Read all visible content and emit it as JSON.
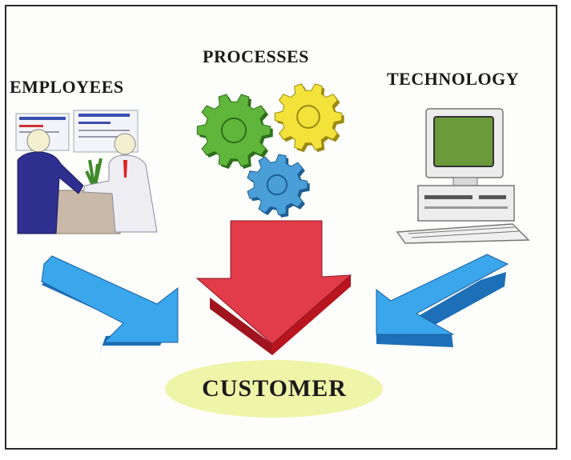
{
  "labels": {
    "employees": "EMPLOYEES",
    "processes": "PROCESSES",
    "technology": "TECHNOLOGY",
    "customer": "CUSTOMER"
  },
  "colors": {
    "gear_green": "#5fb63a",
    "gear_yellow": "#f2e23a",
    "gear_blue": "#4a9fd8",
    "arrow_red": "#e23b4a",
    "arrow_blue": "#3aa6ec",
    "customer_ellipse": "#eef5a8"
  }
}
